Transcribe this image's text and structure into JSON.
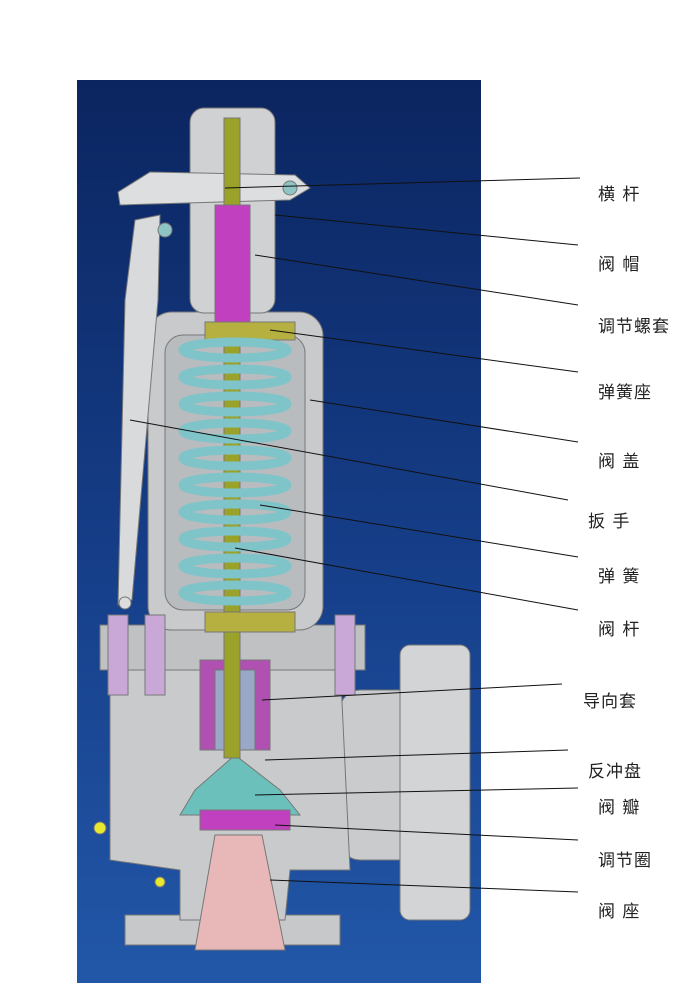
{
  "labels": [
    {
      "id": "crossbar",
      "text": "横 杆"
    },
    {
      "id": "bonnet-cap",
      "text": "阀 帽"
    },
    {
      "id": "adjusting-screw-sleeve",
      "text": "调节螺套"
    },
    {
      "id": "spring-seat",
      "text": "弹簧座"
    },
    {
      "id": "valve-cover",
      "text": "阀 盖"
    },
    {
      "id": "lever",
      "text": "扳 手"
    },
    {
      "id": "spring",
      "text": "弹 簧"
    },
    {
      "id": "valve-stem",
      "text": "阀 杆"
    },
    {
      "id": "guide-sleeve",
      "text": "导向套"
    },
    {
      "id": "recoil-disc",
      "text": "反冲盘"
    },
    {
      "id": "valve-disc",
      "text": "阀 瓣"
    },
    {
      "id": "adjusting-ring",
      "text": "调节圈"
    },
    {
      "id": "valve-seat",
      "text": "阀 座"
    }
  ],
  "colors": {
    "background_top": "#0b2560",
    "background_bottom": "#2257a8",
    "body": "#c8cacc",
    "spring": "#7fc4c8",
    "stem": "#9aa22a",
    "magenta": "#c040c0",
    "seat": "#e8b8b8"
  }
}
